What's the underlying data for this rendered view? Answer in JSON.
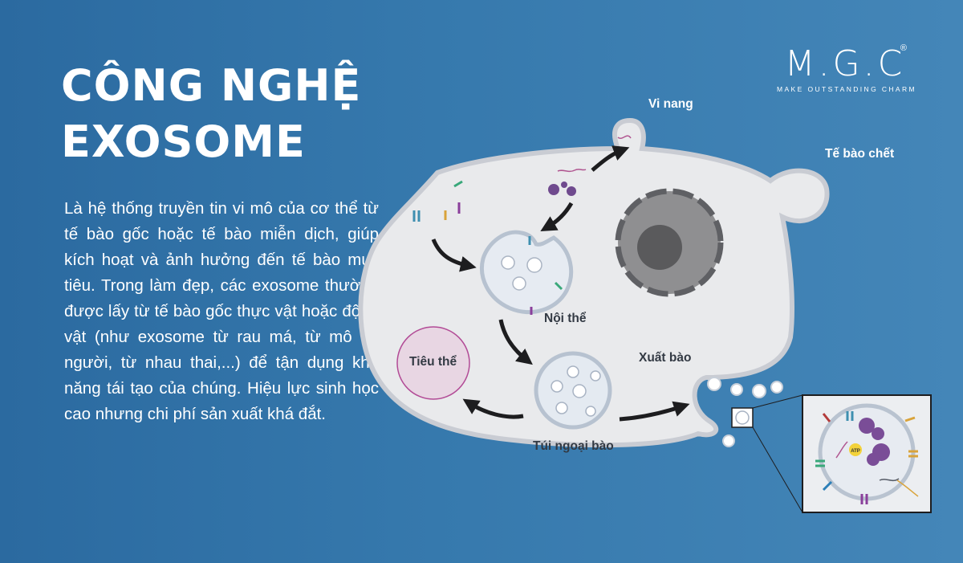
{
  "title": {
    "line1": "CÔNG NGHỆ",
    "line2": "EXOSOME"
  },
  "description": "Là hệ thống truyền tin vi mô của cơ thể từ tế bào gốc hoặc tế bào miễn dịch, giúp kích hoạt và ảnh hưởng đến tế bào mục tiêu. Trong làm đẹp, các exosome thường được lấy từ tế bào gốc thực vật hoặc động vật (như exosome từ rau má, từ mô da người, từ nhau thai,...) để tận dụng khả năng tái tạo của chúng. Hiệu lực sinh học cao nhưng chi phí sản xuất khá đắt.",
  "logo": {
    "wordmark": "M.G.C",
    "registered": "®",
    "tagline": "MAKE OUTSTANDING CHARM"
  },
  "labels": {
    "vi_nang": "Vi nang",
    "te_bao_chet": "Tế bào chết",
    "noi_the": "Nội thể",
    "tieu_the": "Tiêu thể",
    "xuat_bao": "Xuất bào",
    "tui_ngoai_bao": "Túi ngoại bào"
  },
  "inset_labels": {
    "atp": "ATP"
  },
  "colors": {
    "background": "#3173aa",
    "cell_fill": "#e9eaec",
    "lysosome": "#e8d6e3",
    "nucleus": "#8f8f91",
    "arrow": "#1d1d1f"
  }
}
